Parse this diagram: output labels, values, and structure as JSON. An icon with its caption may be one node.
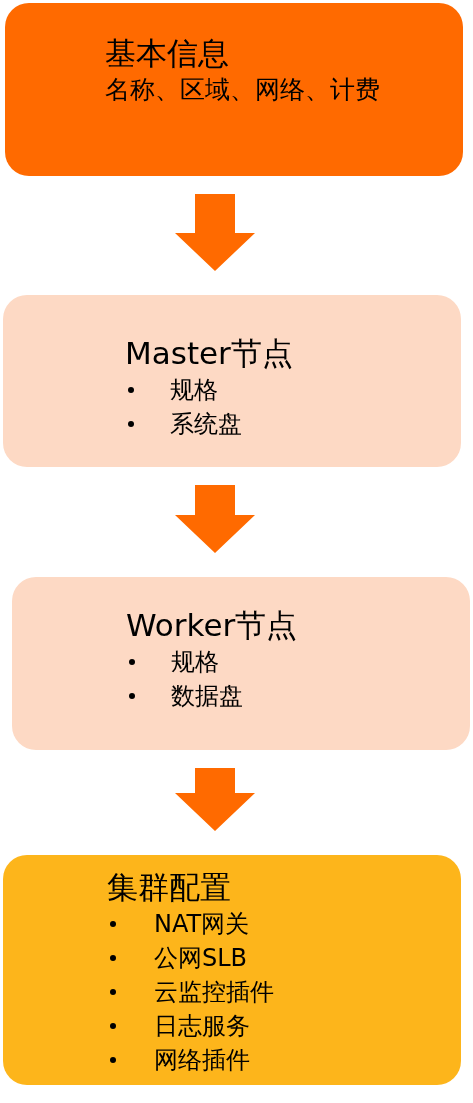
{
  "diagram": {
    "nodes": [
      {
        "text": [
          "基本信息",
          "名称、区域、网络、计费"
        ]
      },
      {
        "text": [
          "Master节点",
          "规格",
          "系统盘"
        ]
      },
      {
        "text": [
          "Worker节点",
          "规格",
          "数据盘"
        ]
      },
      {
        "text": [
          "集群配置",
          "NAT网关",
          "公网SLB",
          "云监控插件",
          "日志服务",
          "网络插件"
        ]
      }
    ],
    "edges": [
      {
        "from": 0,
        "to": 1,
        "arrow": "to",
        "style": "thick"
      },
      {
        "from": 1,
        "to": 2,
        "arrow": "to",
        "style": "thick"
      },
      {
        "from": 2,
        "to": 3,
        "arrow": "to",
        "style": "thick"
      }
    ]
  }
}
